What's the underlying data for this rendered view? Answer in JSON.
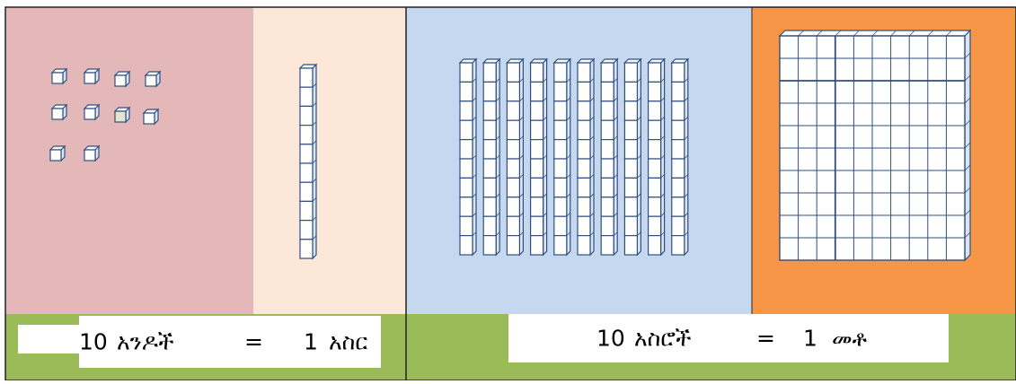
{
  "colors": {
    "ones_bg": "#e4b8b8",
    "ten_bg": "#fce7d8",
    "tens_bg": "#c6d8ef",
    "hundred_bg": "#f79646",
    "caption_bar": "#9bbb59",
    "cube_stroke": "#2f4f7f",
    "cube_top": "#ffffff",
    "cube_front": "#ffffff",
    "cube_side": "#dbe4f2",
    "divider": "#222222"
  },
  "left_caption": {
    "quantity": "10",
    "unit": "አንዶች",
    "equals": "=",
    "result": "1",
    "result_unit": "አስር"
  },
  "right_caption": {
    "quantity": "10",
    "unit": "አስሮች",
    "equals": "=",
    "result": "1",
    "result_unit": "መቶ"
  },
  "blocks": {
    "ones_count": 10,
    "ten_rod_units": 10,
    "tens_rods": 10,
    "hundred_grid": [
      10,
      10
    ]
  }
}
